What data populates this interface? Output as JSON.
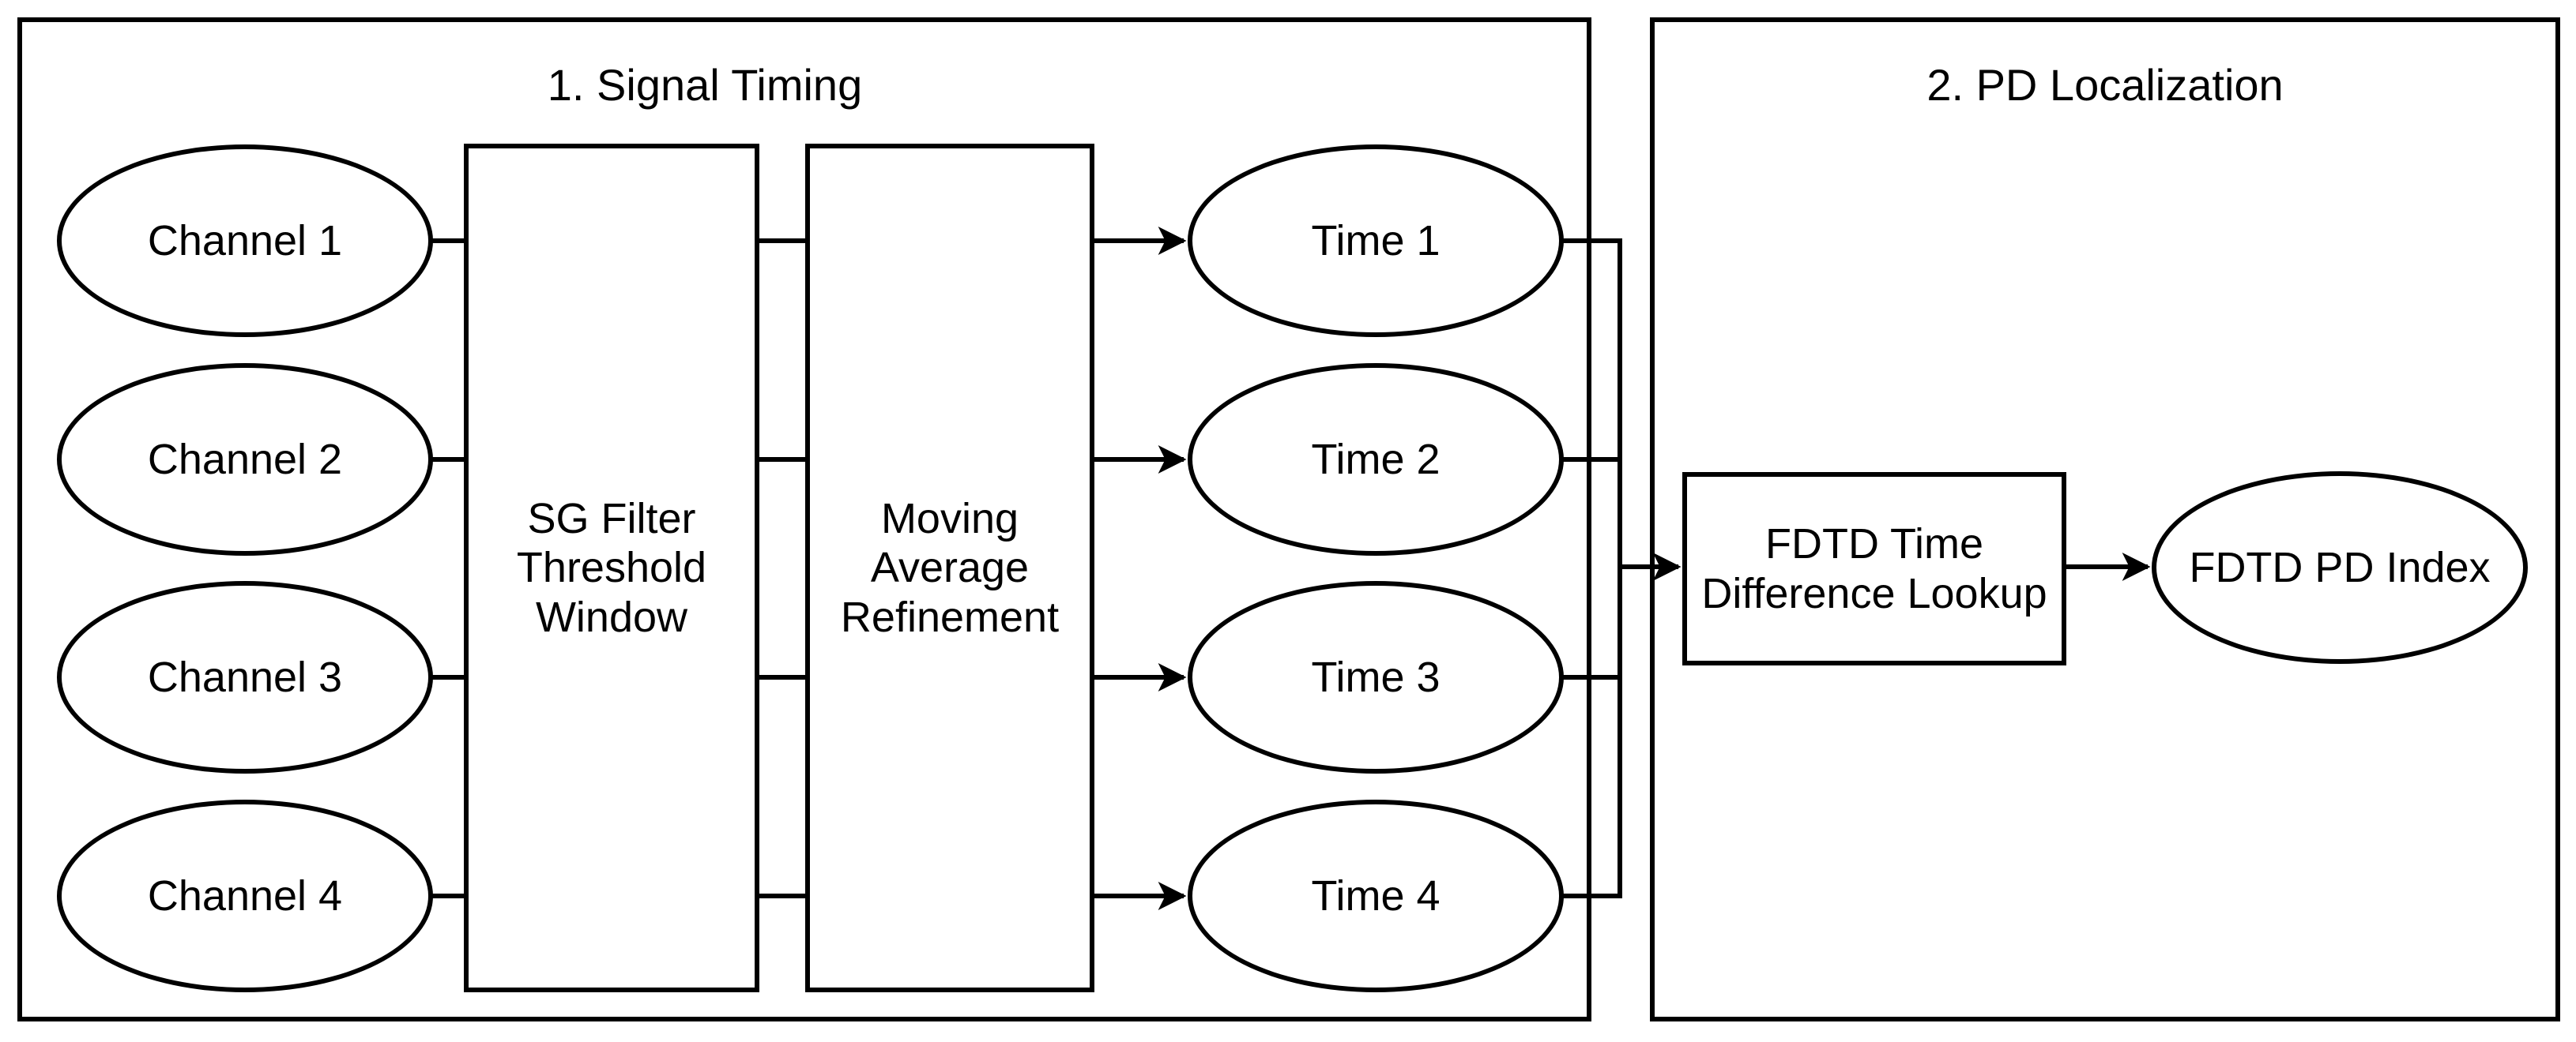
{
  "diagram": {
    "background_color": "#ffffff",
    "stroke_color": "#000000",
    "sections": {
      "signal_timing": {
        "title": "1. Signal Timing"
      },
      "pd_localization": {
        "title": "2. PD Localization"
      }
    },
    "channels": [
      "Channel 1",
      "Channel 2",
      "Channel 3",
      "Channel 4"
    ],
    "sg_filter": {
      "lines": [
        "SG Filter",
        "Threshold",
        "Window"
      ]
    },
    "moving_average": {
      "lines": [
        "Moving",
        "Average",
        "Refinement"
      ]
    },
    "times": [
      "Time 1",
      "Time 2",
      "Time 3",
      "Time 4"
    ],
    "fdtd_lookup": {
      "lines": [
        "FDTD Time",
        "Difference Lookup"
      ]
    },
    "pd_index": {
      "label": "FDTD PD Index"
    }
  }
}
